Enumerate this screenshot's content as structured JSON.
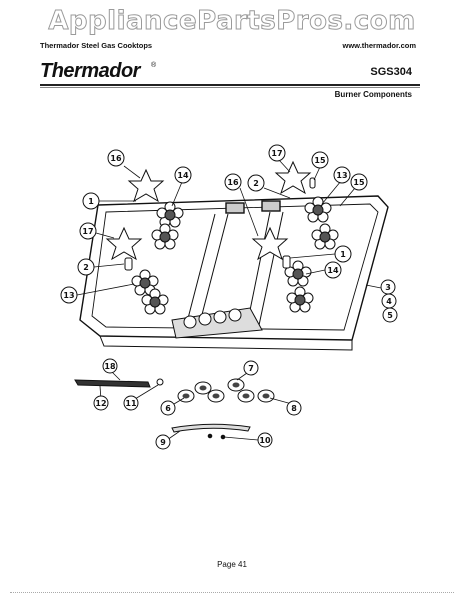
{
  "watermark": "AppliancePartsPros.com",
  "header": {
    "doc_title": "Thermador Steel Gas Cooktops",
    "website": "www.thermador.com",
    "brand": "Thermador",
    "brand_mark": "®",
    "model": "SGS304",
    "section": "Burner Components"
  },
  "callouts": [
    "1",
    "2",
    "3",
    "4",
    "5",
    "6",
    "7",
    "8",
    "9",
    "10",
    "11",
    "12",
    "13",
    "14",
    "15",
    "16",
    "17",
    "18"
  ],
  "callout_instances": {
    "c16a": "16",
    "c17a": "17",
    "c15a": "15",
    "c14a": "14",
    "c13a": "13",
    "c15b": "15",
    "c1a": "1",
    "c16b": "16",
    "c2a": "2",
    "c17b": "17",
    "c2b": "2",
    "c13b": "13",
    "c1b": "1",
    "c14b": "14",
    "c3": "3",
    "c4": "4",
    "c5": "5",
    "c18": "18",
    "c12": "12",
    "c11": "11",
    "c6": "6",
    "c7": "7",
    "c8": "8",
    "c9": "9",
    "c10": "10"
  },
  "page_label": "Page 41"
}
